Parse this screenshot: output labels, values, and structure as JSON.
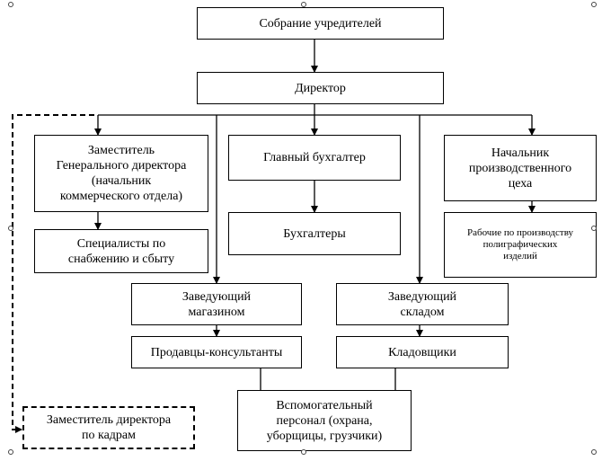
{
  "nodes": {
    "founders": "Собрание учредителей",
    "director": "Директор",
    "deputy_general": "Заместитель\nГенерального директора\n(начальник\nкоммерческого отдела)",
    "chief_accountant": "Главный бухгалтер",
    "production_head": "Начальник\nпроизводственного\nцеха",
    "supply_specialists": "Специалисты по\nснабжению и сбыту",
    "accountants": "Бухгалтеры",
    "print_workers": "Рабочие по производству\nполиграфических\nизделий",
    "store_manager": "Заведующий\nмагазином",
    "warehouse_manager": "Заведующий\nскладом",
    "sales_consultants": "Продавцы-консультанты",
    "storekeepers": "Кладовщики",
    "support_staff": "Вспомогательный\nперсонал (охрана,\nуборщицы, грузчики)",
    "hr_deputy": "Заместитель директора\nпо кадрам"
  }
}
